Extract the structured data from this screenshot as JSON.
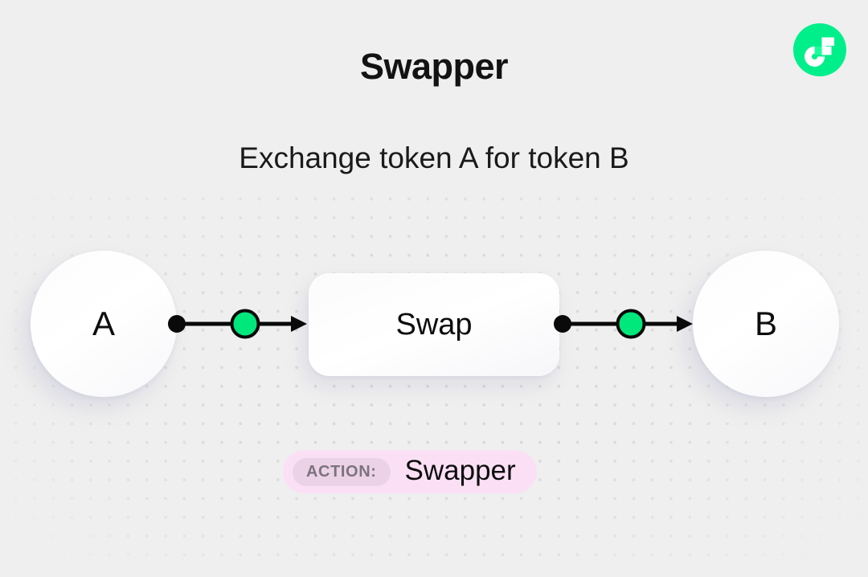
{
  "header": {
    "title": "Swapper",
    "subtitle": "Exchange token A for token B"
  },
  "brand": {
    "logo_name": "flow-logo-icon",
    "logo_color": "#00ef8b",
    "logo_glyph_color": "#ffffff"
  },
  "diagram": {
    "nodes": [
      {
        "id": "token-a",
        "label": "A",
        "shape": "circle"
      },
      {
        "id": "swap",
        "label": "Swap",
        "shape": "rounded-rect"
      },
      {
        "id": "token-b",
        "label": "B",
        "shape": "circle"
      }
    ],
    "connectors": [
      {
        "id": "connector-left",
        "from": "token-a",
        "to": "swap",
        "accent_color": "#00e87c",
        "line_color": "#0a0a0a"
      },
      {
        "id": "connector-right",
        "from": "swap",
        "to": "token-b",
        "accent_color": "#00e87c",
        "line_color": "#0a0a0a"
      }
    ]
  },
  "action_badge": {
    "key": "ACTION:",
    "value": "Swapper",
    "badge_color": "#fbe0f5",
    "key_chip_color": "#ecd2e6"
  },
  "theme": {
    "background": "#efefef",
    "dot_color": "#d9d9d9",
    "text_color": "#111111",
    "accent_green": "#00e87c"
  }
}
